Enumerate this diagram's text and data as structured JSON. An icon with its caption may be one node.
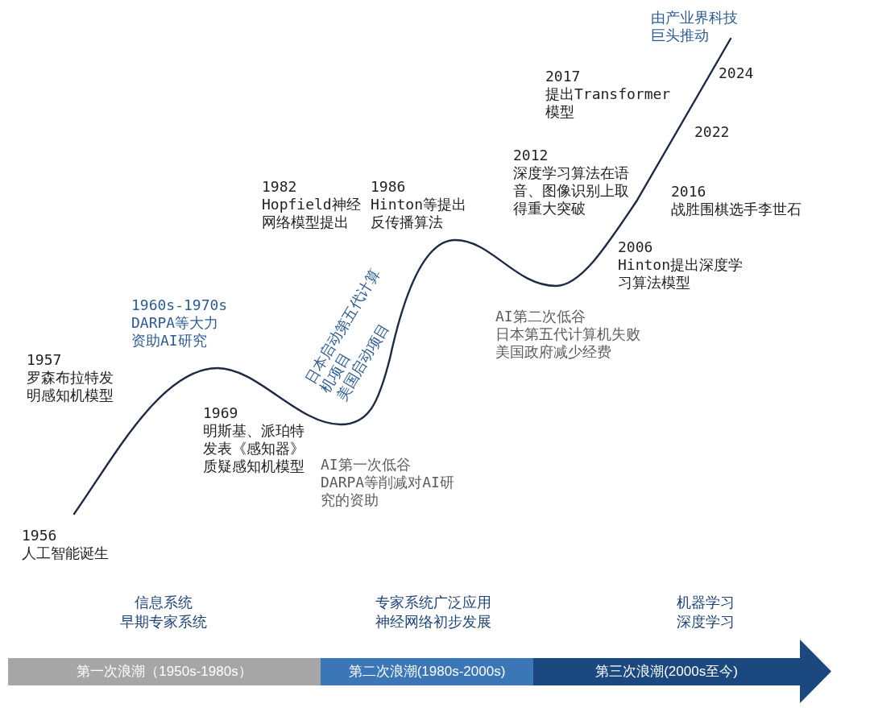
{
  "diagram": {
    "nodes": [
      {
        "text": [
          "第一次浪潮（1950s-1980s）"
        ],
        "beside": [
          "信息系统",
          "早期专家系统"
        ]
      },
      {
        "text": [
          "第二次浪潮(1980s-2000s)"
        ],
        "beside": [
          "专家系统广泛应用",
          "神经网络初步发展"
        ]
      },
      {
        "text": [
          "第三次浪潮(2000s至今)"
        ],
        "beside": [
          "机器学习",
          "深度学习"
        ]
      }
    ],
    "labels": [
      "1956",
      "人工智能诞生",
      "1957",
      "罗森布拉特发明感知机模型",
      "1960s-1970s",
      "DARPA等大力资助AI研究",
      "1969",
      "明斯基、派珀特发表《感知器》质疑感知机模型",
      "AI第一次低谷",
      "DARPA等削减对AI研究的资助",
      "日本启动第五代计算机项目",
      "美国启动项目",
      "1982",
      "Hopfield神经网络模型提出",
      "1986",
      "Hinton等提出反传播算法",
      "AI第二次低谷",
      "日本第五代计算机失败",
      "美国政府减少经费",
      "2006",
      "Hinton提出深度学习算法模型",
      "2012",
      "深度学习算法在语音、图像识别上取得重大突破",
      "2016",
      "战胜围棋选手李世石",
      "2017",
      "提出Transformer模型",
      "2022",
      "2024",
      "由产业界科技巨头推动"
    ]
  }
}
